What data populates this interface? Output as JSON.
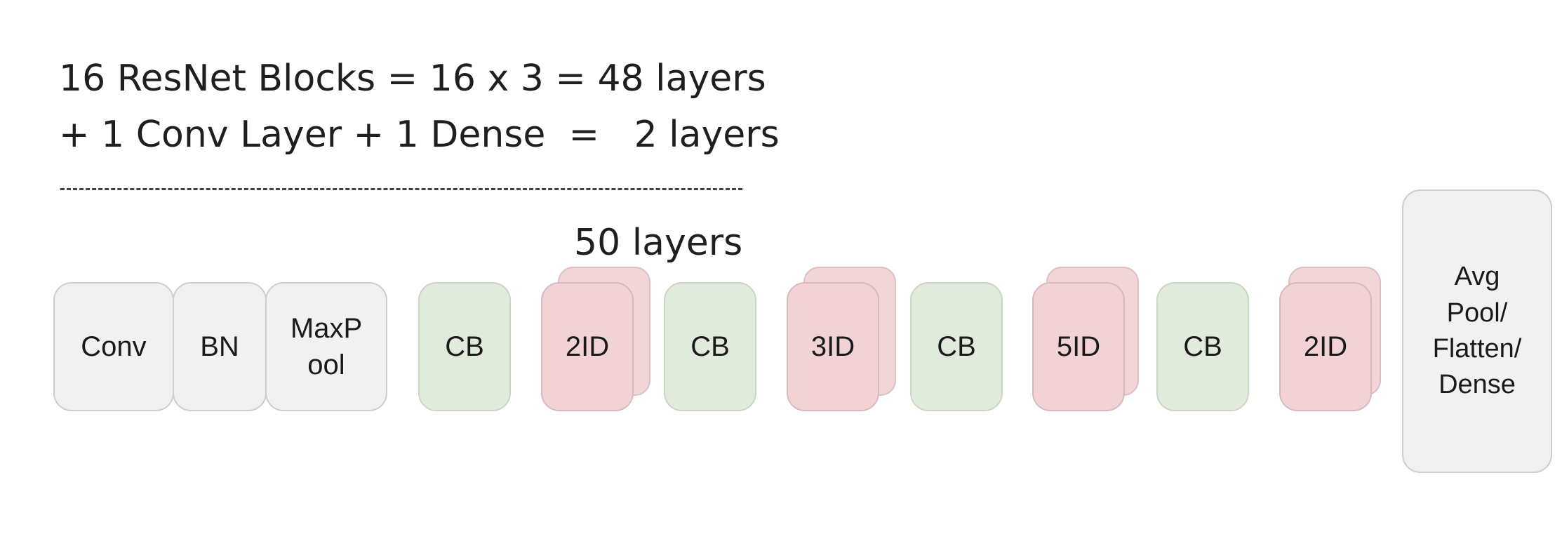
{
  "equation": {
    "line1": "16 ResNet Blocks = 16 x 3 = 48 layers",
    "line2": "+ 1 Conv Layer + 1 Dense  =   2 layers",
    "total": "50 layers"
  },
  "blocks": [
    {
      "label": "Conv",
      "color": "#f1f1f1"
    },
    {
      "label": "BN",
      "color": "#f1f1f1"
    },
    {
      "label": "MaxP\nool",
      "color": "#f1f1f1"
    },
    {
      "label": "CB",
      "color": "#e0ebdc"
    },
    {
      "label": "2ID",
      "color": "#f1d3d5"
    },
    {
      "label": "CB",
      "color": "#e0ebdc"
    },
    {
      "label": "3ID",
      "color": "#f1d3d5"
    },
    {
      "label": "CB",
      "color": "#e0ebdc"
    },
    {
      "label": "5ID",
      "color": "#f1d3d5"
    },
    {
      "label": "CB",
      "color": "#e0ebdc"
    },
    {
      "label": "2ID",
      "color": "#f1d3d5"
    },
    {
      "label": "Avg\nPool/\nFlatten/\nDense",
      "color": "#f1f1f1"
    }
  ]
}
